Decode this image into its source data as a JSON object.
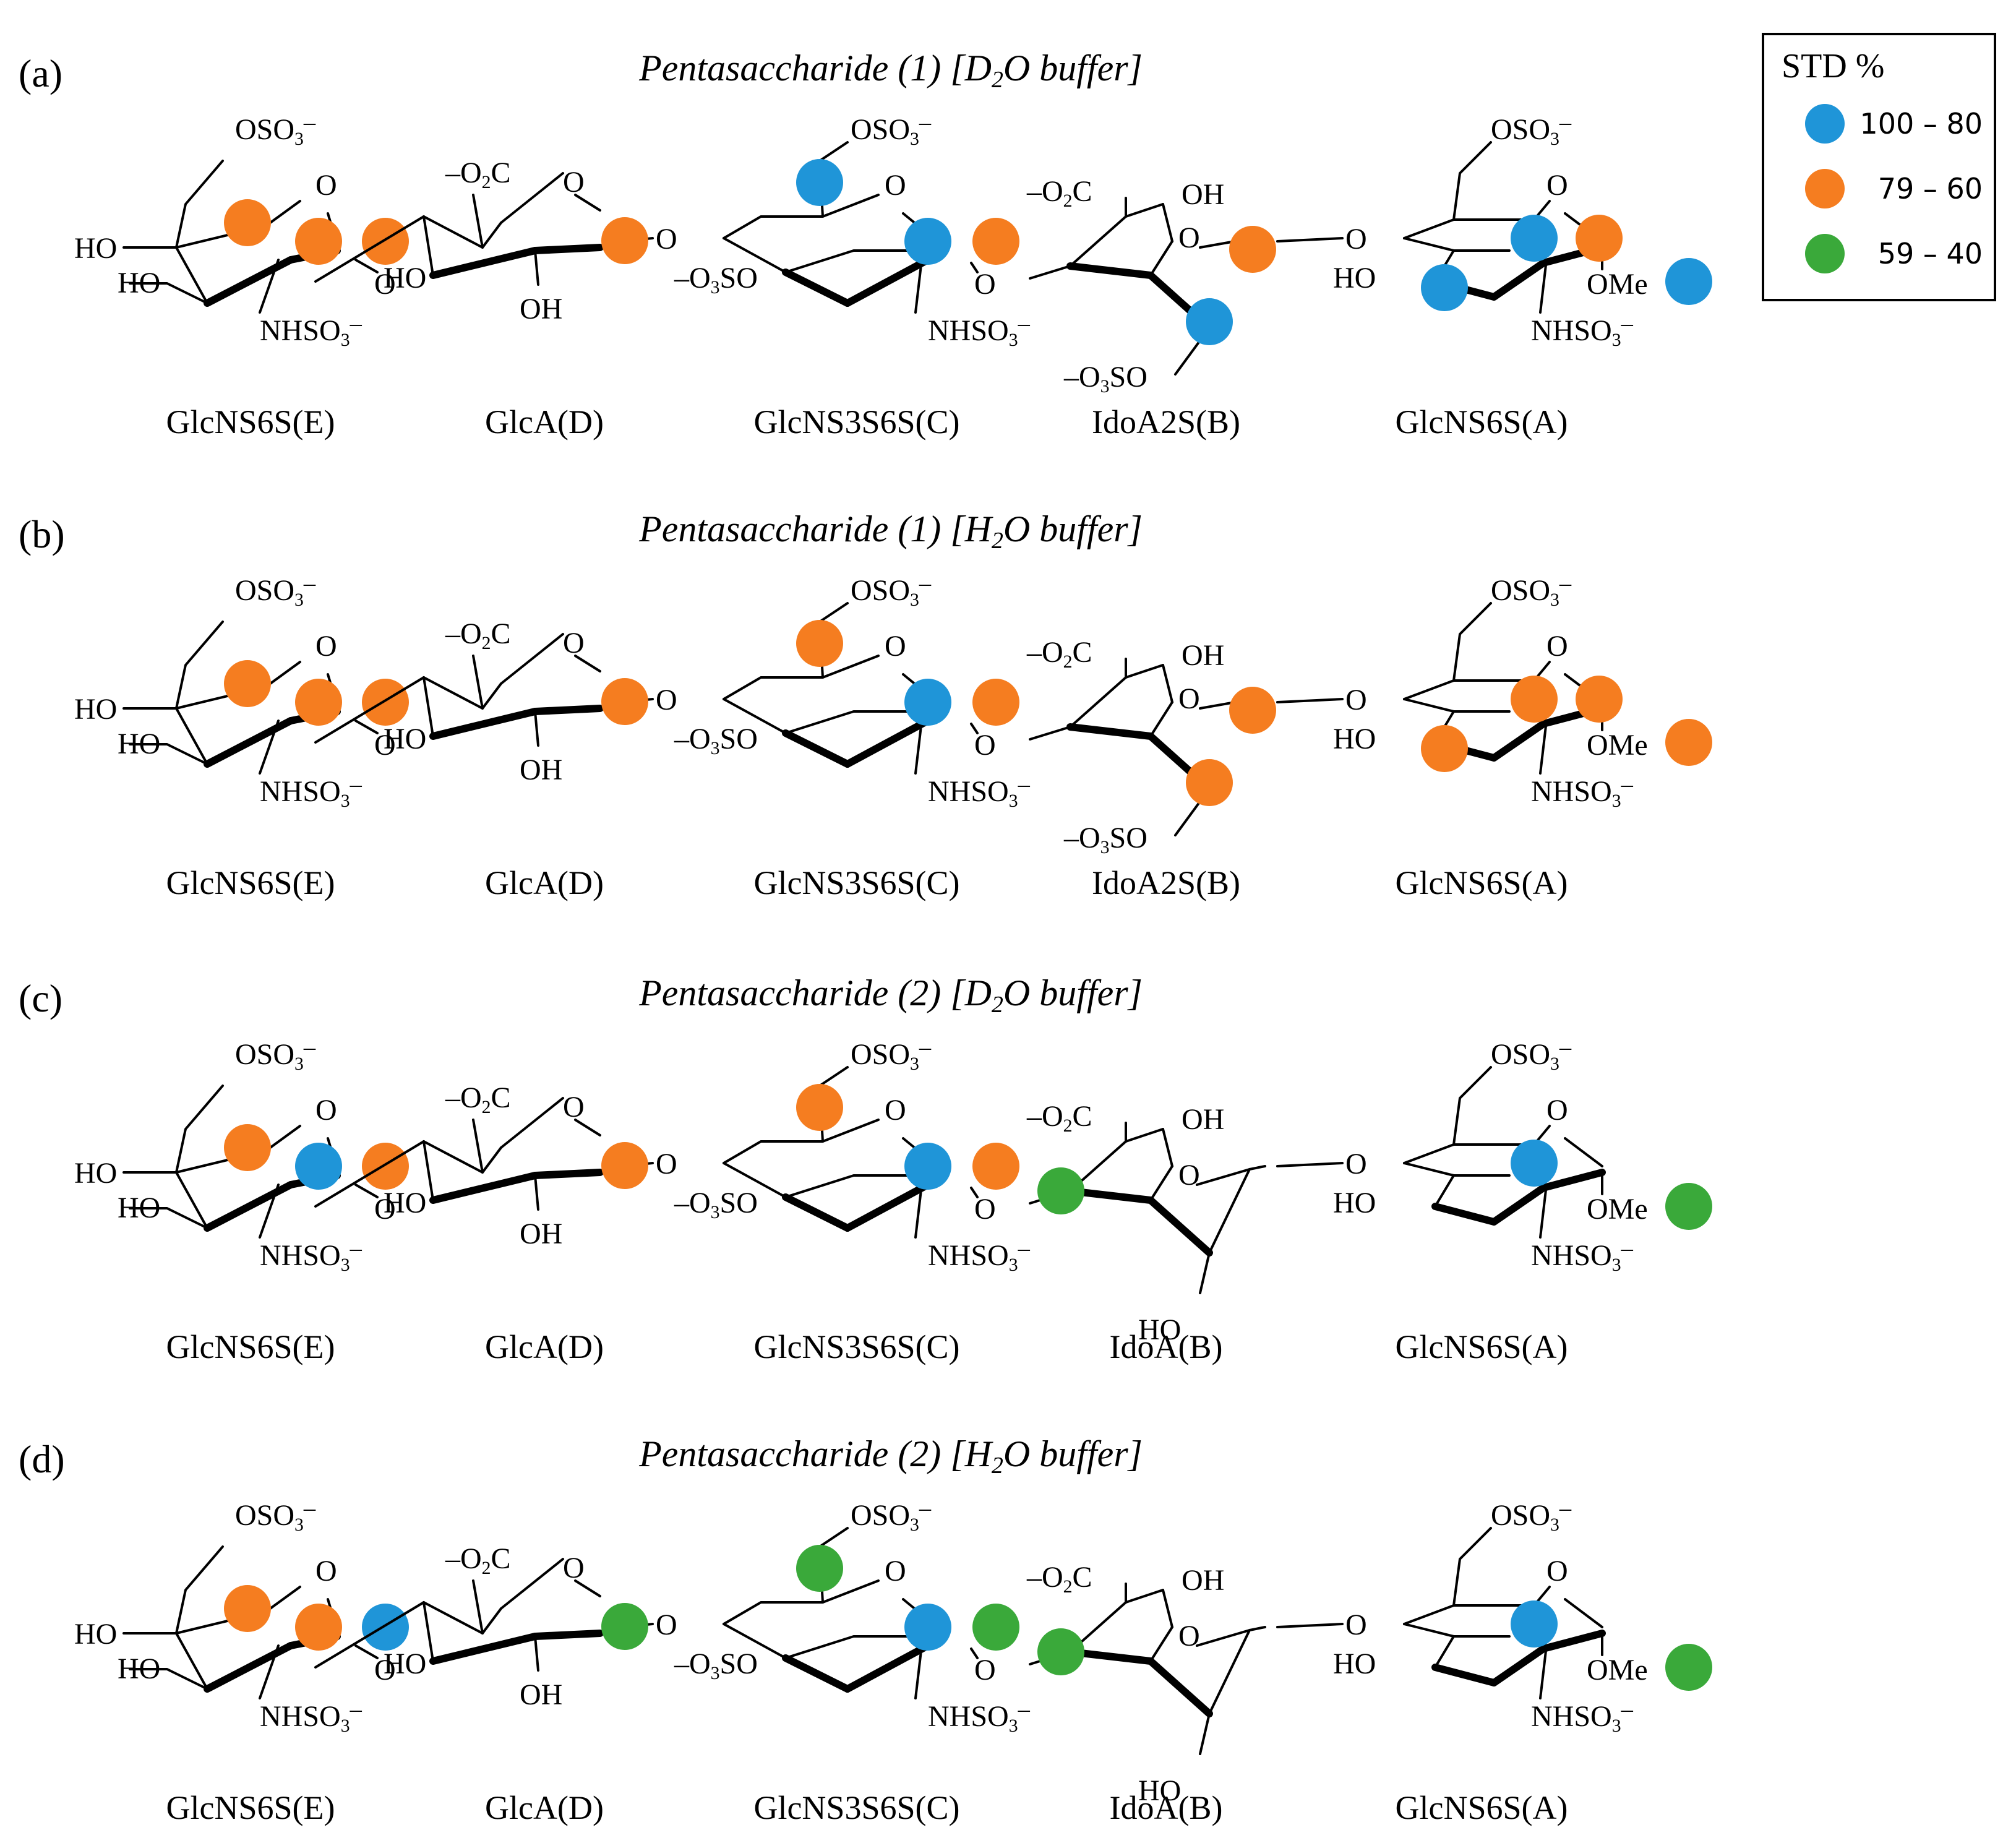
{
  "colors": {
    "blue": "#1f95d8",
    "orange": "#f57d20",
    "green": "#3aa93a"
  },
  "legend": {
    "title": "STD %",
    "items": [
      {
        "label": "100 – 80",
        "color": "blue"
      },
      {
        "label": "79 – 60",
        "color": "orange"
      },
      {
        "label": "59 – 40",
        "color": "green"
      }
    ]
  },
  "chem": {
    "OSO3": "OSO",
    "three": "3",
    "minus": "–",
    "O": "O",
    "HO": "HO",
    "OH": "OH",
    "NHSO": "NHSO",
    "O2C_prefix": "–O",
    "two": "2",
    "C": "C",
    "O3SO_prefix": "–O",
    "SO": "SO",
    "OMe": "OMe"
  },
  "panels": [
    {
      "letter": "(a)",
      "title_pre": "Pentasaccharide (1) [D",
      "title_sub": "2",
      "title_post": "O buffer]",
      "residues": [
        "GlcNS6S(E)",
        "GlcA(D)",
        "GlcNS3S6S(C)",
        "IdoA2S(B)",
        "GlcNS6S(A)"
      ],
      "dots": {
        "E6": "orange",
        "E2": "orange",
        "E1": "orange",
        "D1": "orange",
        "C6": "blue",
        "C2": "blue",
        "C1": "orange",
        "B1": "orange",
        "B2": "blue",
        "A3": "blue",
        "A2": "blue",
        "A1": "orange",
        "AMe": "blue"
      }
    },
    {
      "letter": "(b)",
      "title_pre": "Pentasaccharide (1) [H",
      "title_sub": "2",
      "title_post": "O buffer]",
      "residues": [
        "GlcNS6S(E)",
        "GlcA(D)",
        "GlcNS3S6S(C)",
        "IdoA2S(B)",
        "GlcNS6S(A)"
      ],
      "dots": {
        "E6": "orange",
        "E2": "orange",
        "E1": "orange",
        "D1": "orange",
        "C6": "orange",
        "C2": "blue",
        "C1": "orange",
        "B1": "orange",
        "B2": "orange",
        "A3": "orange",
        "A2": "orange",
        "A1": "orange",
        "AMe": "orange"
      }
    },
    {
      "letter": "(c)",
      "title_pre": "Pentasaccharide (2) [D",
      "title_sub": "2",
      "title_post": "O buffer]",
      "residues": [
        "GlcNS6S(E)",
        "GlcA(D)",
        "GlcNS3S6S(C)",
        "IdoA(B)",
        "GlcNS6S(A)"
      ],
      "dots": {
        "E6": "orange",
        "E2": "blue",
        "E1": "orange",
        "D1": "orange",
        "C6": "orange",
        "C2": "blue",
        "C1": "orange",
        "B4": "green",
        "A2": "blue",
        "AMe": "green"
      }
    },
    {
      "letter": "(d)",
      "title_pre": "Pentasaccharide (2) [H",
      "title_sub": "2",
      "title_post": "O buffer]",
      "residues": [
        "GlcNS6S(E)",
        "GlcA(D)",
        "GlcNS3S6S(C)",
        "IdoA(B)",
        "GlcNS6S(A)"
      ],
      "dots": {
        "E6": "orange",
        "E2": "orange",
        "E1": "blue",
        "D1": "green",
        "C6": "green",
        "C2": "blue",
        "C1": "green",
        "B4": "green",
        "A2": "blue",
        "AMe": "green"
      }
    }
  ]
}
